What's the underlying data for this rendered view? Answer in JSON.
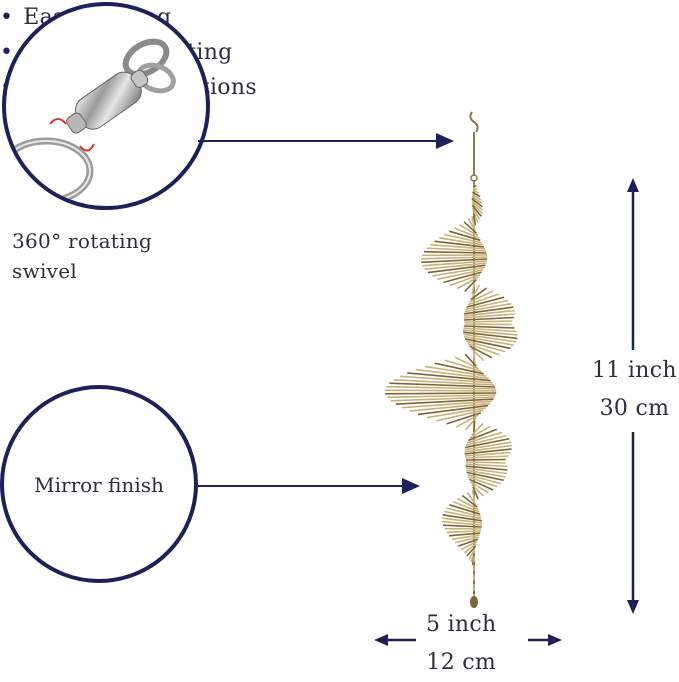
{
  "features": [
    "Easy to hang",
    "Protective coating",
    "Beautiful reflections"
  ],
  "swivel_label": {
    "line1": "360° rotating",
    "line2": "swivel"
  },
  "mirror_label": "Mirror finish",
  "height": {
    "inch": "11 inch",
    "cm": "30 cm"
  },
  "width": {
    "inch": "5 inch",
    "cm": "12 cm"
  },
  "colors": {
    "accent": "#1d2157",
    "metal": "#c8b27a",
    "metal_dark": "#7a6638",
    "text": "#2e2e3a"
  },
  "icons": [
    "bullet-dot",
    "swivel-photo",
    "spiral-spinner",
    "arrow-right",
    "double-arrow-vertical",
    "double-arrow-horizontal"
  ]
}
